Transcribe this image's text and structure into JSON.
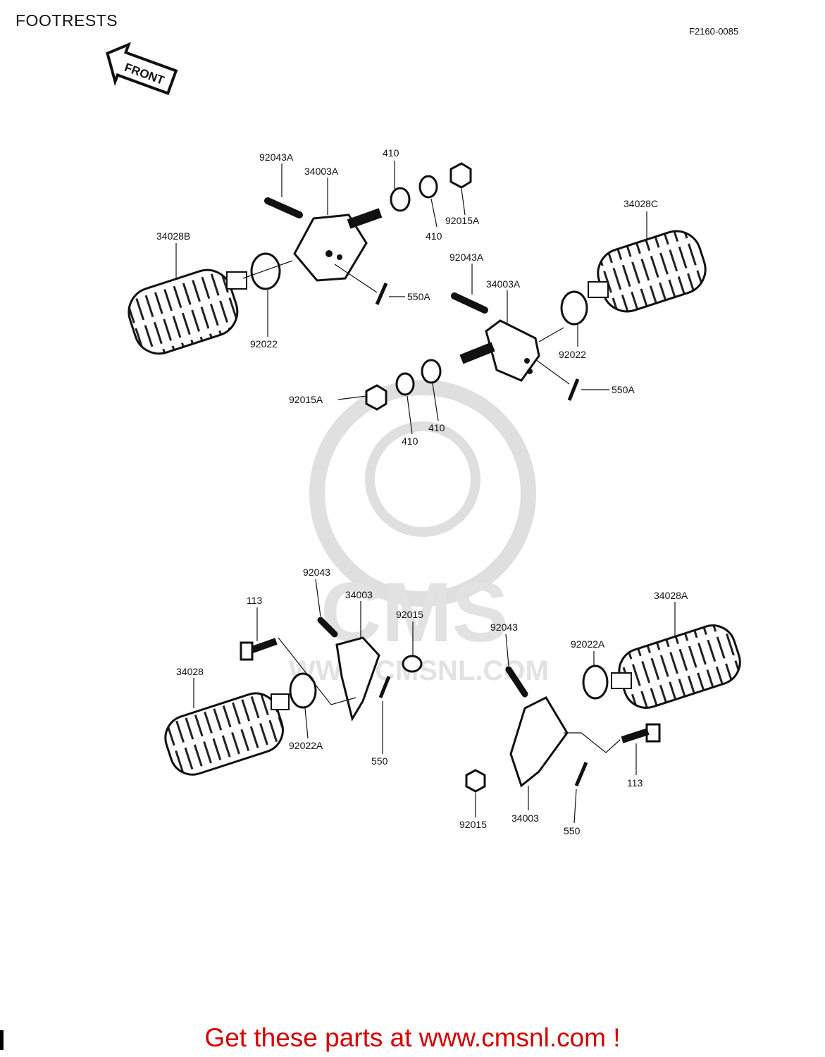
{
  "page": {
    "title": "FOOTRESTS",
    "figure_code": "F2160-0085"
  },
  "front_arrow": {
    "text": "FRONT"
  },
  "watermark": {
    "text": "CMS",
    "url": "WWW.CMSNL.COM"
  },
  "labels": {
    "front_rh": {
      "bolt": "92043A",
      "bracket": "34003A",
      "washer_a": "410",
      "washer_b": "410",
      "nut": "92015A",
      "rubber": "34028B",
      "washer_plate": "92022",
      "cotter_pin": "550A"
    },
    "front_lh": {
      "bolt": "92043A",
      "bracket": "34003A",
      "rubber": "34028C",
      "washer_plate": "92022",
      "cotter_pin": "550A",
      "nut": "92015A",
      "washer_a": "410",
      "washer_b": "410"
    },
    "rear_rh": {
      "mount_bolt": "113",
      "pin": "92043",
      "bracket": "34003",
      "nut": "92015",
      "rubber": "34028",
      "washer_plate": "92022A",
      "cotter_pin": "550"
    },
    "rear_lh": {
      "pin": "92043",
      "rubber": "34028A",
      "washer_plate": "92022A",
      "mount_bolt": "113",
      "nut": "92015",
      "bracket": "34003",
      "cotter_pin": "550"
    }
  },
  "footer": {
    "text": "Get these parts at www.cmsnl.com !"
  }
}
